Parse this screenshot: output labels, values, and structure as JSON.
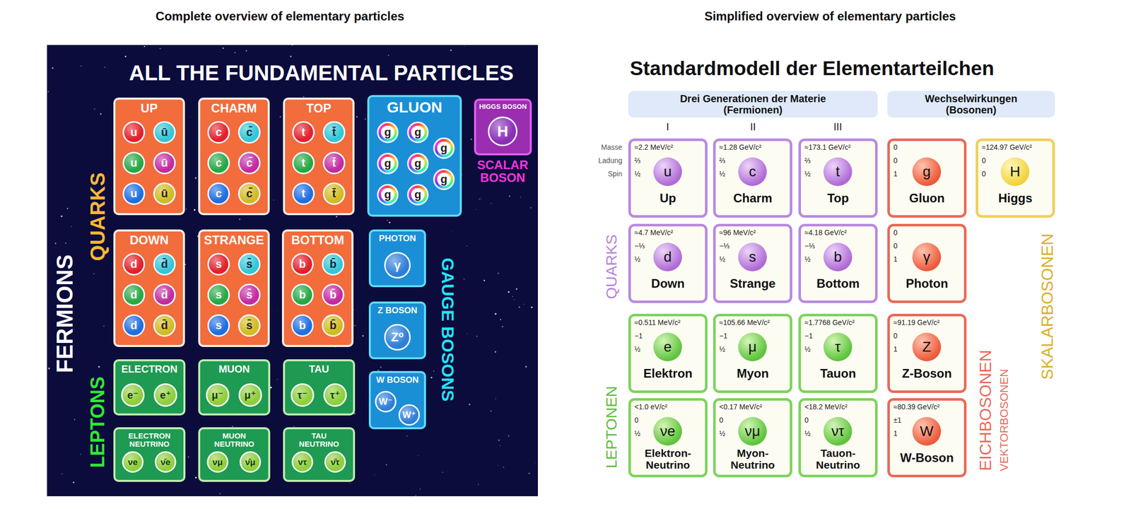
{
  "diagram": {
    "nodes": [
      {
        "text": [
          "ALL THE FUNDAMENTAL PARTICLES",
          "FERMIONS",
          "QUARKS",
          "LEPTONS",
          "GAUGE BOSONS",
          "SCALAR BOSON"
        ]
      },
      {
        "text": [
          "UP"
        ],
        "in": 0
      },
      {
        "text": [
          "u"
        ],
        "in": 1
      },
      {
        "text": [
          "ū"
        ],
        "in": 1
      },
      {
        "text": [
          "u"
        ],
        "in": 1
      },
      {
        "text": [
          "ū"
        ],
        "in": 1
      },
      {
        "text": [
          "u"
        ],
        "in": 1
      },
      {
        "text": [
          "ū"
        ],
        "in": 1
      },
      {
        "text": [
          "CHARM"
        ],
        "in": 0
      },
      {
        "text": [
          "c"
        ],
        "in": 8
      },
      {
        "text": [
          "c̄"
        ],
        "in": 8
      },
      {
        "text": [
          "c"
        ],
        "in": 8
      },
      {
        "text": [
          "c̄"
        ],
        "in": 8
      },
      {
        "text": [
          "c"
        ],
        "in": 8
      },
      {
        "text": [
          "c̄"
        ],
        "in": 8
      },
      {
        "text": [
          "TOP"
        ],
        "in": 0
      },
      {
        "text": [
          "t"
        ],
        "in": 15
      },
      {
        "text": [
          "t̄"
        ],
        "in": 15
      },
      {
        "text": [
          "t"
        ],
        "in": 15
      },
      {
        "text": [
          "t̄"
        ],
        "in": 15
      },
      {
        "text": [
          "t"
        ],
        "in": 15
      },
      {
        "text": [
          "t̄"
        ],
        "in": 15
      },
      {
        "text": [
          "GLUON"
        ],
        "in": 0
      },
      {
        "text": [
          "g"
        ],
        "in": 22
      },
      {
        "text": [
          "g"
        ],
        "in": 22
      },
      {
        "text": [
          "g"
        ],
        "in": 22
      },
      {
        "text": [
          "g"
        ],
        "in": 22
      },
      {
        "text": [
          "g"
        ],
        "in": 22
      },
      {
        "text": [
          "g"
        ],
        "in": 22
      },
      {
        "text": [
          "g"
        ],
        "in": 22
      },
      {
        "text": [
          "g"
        ],
        "in": 22
      },
      {
        "text": [
          "HIGGS BOSON"
        ],
        "in": 0
      },
      {
        "text": [
          "H"
        ],
        "in": 31
      },
      {
        "text": [
          "DOWN"
        ],
        "in": 0
      },
      {
        "text": [
          "d"
        ],
        "in": 33
      },
      {
        "text": [
          "d̄"
        ],
        "in": 33
      },
      {
        "text": [
          "d"
        ],
        "in": 33
      },
      {
        "text": [
          "d̄"
        ],
        "in": 33
      },
      {
        "text": [
          "d"
        ],
        "in": 33
      },
      {
        "text": [
          "d̄"
        ],
        "in": 33
      },
      {
        "text": [
          "STRANGE"
        ],
        "in": 0
      },
      {
        "text": [
          "s"
        ],
        "in": 40
      },
      {
        "text": [
          "s̄"
        ],
        "in": 40
      },
      {
        "text": [
          "s"
        ],
        "in": 40
      },
      {
        "text": [
          "s̄"
        ],
        "in": 40
      },
      {
        "text": [
          "s"
        ],
        "in": 40
      },
      {
        "text": [
          "s̄"
        ],
        "in": 40
      },
      {
        "text": [
          "BOTTOM"
        ],
        "in": 0
      },
      {
        "text": [
          "b"
        ],
        "in": 47
      },
      {
        "text": [
          "b̄"
        ],
        "in": 47
      },
      {
        "text": [
          "b"
        ],
        "in": 47
      },
      {
        "text": [
          "b̄"
        ],
        "in": 47
      },
      {
        "text": [
          "b"
        ],
        "in": 47
      },
      {
        "text": [
          "b̄"
        ],
        "in": 47
      },
      {
        "text": [
          "PHOTON"
        ],
        "in": 0
      },
      {
        "text": [
          "γ"
        ],
        "in": 54
      },
      {
        "text": [
          "Z BOSON"
        ],
        "in": 0
      },
      {
        "text": [
          "Z⁰"
        ],
        "in": 56
      },
      {
        "text": [
          "W BOSON"
        ],
        "in": 0
      },
      {
        "text": [
          "W⁻"
        ],
        "in": 58
      },
      {
        "text": [
          "W⁺"
        ],
        "in": 58
      },
      {
        "text": [
          "ELECTRON"
        ],
        "in": 0
      },
      {
        "text": [
          "e⁻"
        ],
        "in": 61
      },
      {
        "text": [
          "e⁺"
        ],
        "in": 61
      },
      {
        "text": [
          "MUON"
        ],
        "in": 0
      },
      {
        "text": [
          "μ⁻"
        ],
        "in": 64
      },
      {
        "text": [
          "μ⁺"
        ],
        "in": 64
      },
      {
        "text": [
          "TAU"
        ],
        "in": 0
      },
      {
        "text": [
          "τ⁻"
        ],
        "in": 67
      },
      {
        "text": [
          "τ⁺"
        ],
        "in": 67
      },
      {
        "text": [
          "ELECTRON NEUTRINO"
        ],
        "in": 0
      },
      {
        "text": [
          "νe"
        ],
        "in": 70
      },
      {
        "text": [
          "ν̄e"
        ],
        "in": 70
      },
      {
        "text": [
          "MUON NEUTRINO"
        ],
        "in": 0
      },
      {
        "text": [
          "νμ"
        ],
        "in": 73
      },
      {
        "text": [
          "ν̄μ"
        ],
        "in": 73
      },
      {
        "text": [
          "TAU NEUTRINO"
        ],
        "in": 0
      },
      {
        "text": [
          "ντ"
        ],
        "in": 76
      },
      {
        "text": [
          "ν̄τ"
        ],
        "in": 76
      },
      {
        "text": [
          "Drei Generationen der Materie (Fermionen)"
        ]
      },
      {
        "text": [
          "Wechselwirkungen (Bosonen)"
        ]
      },
      {
        "text": [
          "≈2.2 MeV/c²",
          "⅔",
          "½",
          "Up"
        ]
      },
      {
        "text": [
          "u"
        ],
        "in": 81
      },
      {
        "text": [
          "≈1.28 GeV/c²",
          "⅔",
          "½",
          "Charm"
        ]
      },
      {
        "text": [
          "c"
        ],
        "in": 83
      },
      {
        "text": [
          "≈173.1 GeV/c²",
          "⅔",
          "½",
          "Top"
        ]
      },
      {
        "text": [
          "t"
        ],
        "in": 85
      },
      {
        "text": [
          "0",
          "0",
          "1",
          "Gluon"
        ]
      },
      {
        "text": [
          "g"
        ],
        "in": 87
      },
      {
        "text": [
          "≈124.97 GeV/c²",
          "0",
          "0",
          "Higgs"
        ]
      },
      {
        "text": [
          "H"
        ],
        "in": 89
      },
      {
        "text": [
          "≈4.7 MeV/c²",
          "−⅓",
          "½",
          "Down"
        ]
      },
      {
        "text": [
          "d"
        ],
        "in": 91
      },
      {
        "text": [
          "≈96 MeV/c²",
          "−⅓",
          "½",
          "Strange"
        ]
      },
      {
        "text": [
          "s"
        ],
        "in": 93
      },
      {
        "text": [
          "≈4.18 GeV/c²",
          "−⅓",
          "½",
          "Bottom"
        ]
      },
      {
        "text": [
          "b"
        ],
        "in": 95
      },
      {
        "text": [
          "0",
          "0",
          "1",
          "Photon"
        ]
      },
      {
        "text": [
          "γ"
        ],
        "in": 97
      },
      {
        "text": [
          "≈0.511 MeV/c²",
          "−1",
          "½",
          "Elektron"
        ]
      },
      {
        "text": [
          "e"
        ],
        "in": 99
      },
      {
        "text": [
          "≈105.66 MeV/c²",
          "−1",
          "½",
          "Myon"
        ]
      },
      {
        "text": [
          "μ"
        ],
        "in": 101
      },
      {
        "text": [
          "≈1.7768 GeV/c²",
          "−1",
          "½",
          "Tauon"
        ]
      },
      {
        "text": [
          "τ"
        ],
        "in": 103
      },
      {
        "text": [
          "≈91.19 GeV/c²",
          "0",
          "1",
          "Z-Boson"
        ]
      },
      {
        "text": [
          "Z"
        ],
        "in": 105
      },
      {
        "text": [
          "<1.0 eV/c²",
          "0",
          "½",
          "Elektron- Neutrino"
        ]
      },
      {
        "text": [
          "νe"
        ],
        "in": 107
      },
      {
        "text": [
          "<0.17 MeV/c²",
          "0",
          "½",
          "Myon- Neutrino"
        ]
      },
      {
        "text": [
          "νμ"
        ],
        "in": 109
      },
      {
        "text": [
          "<18.2 MeV/c²",
          "0",
          "½",
          "Tauon- Neutrino"
        ]
      },
      {
        "text": [
          "ντ"
        ],
        "in": 111
      },
      {
        "text": [
          "≈80.39 GeV/c²",
          "±1",
          "1",
          "W-Boson"
        ]
      },
      {
        "text": [
          "W"
        ],
        "in": 113
      }
    ],
    "labels": [
      "Complete overview of elementary particles",
      "Simplified overview of elementary particles",
      "Standardmodell der Elementarteilchen",
      "I",
      "II",
      "III",
      "Masse",
      "Ladung",
      "Spin",
      "QUARKS",
      "LEPTONEN",
      "EICHBOSONEN",
      "VEKTORBOSONEN",
      "SKALARBOSONEN"
    ]
  }
}
